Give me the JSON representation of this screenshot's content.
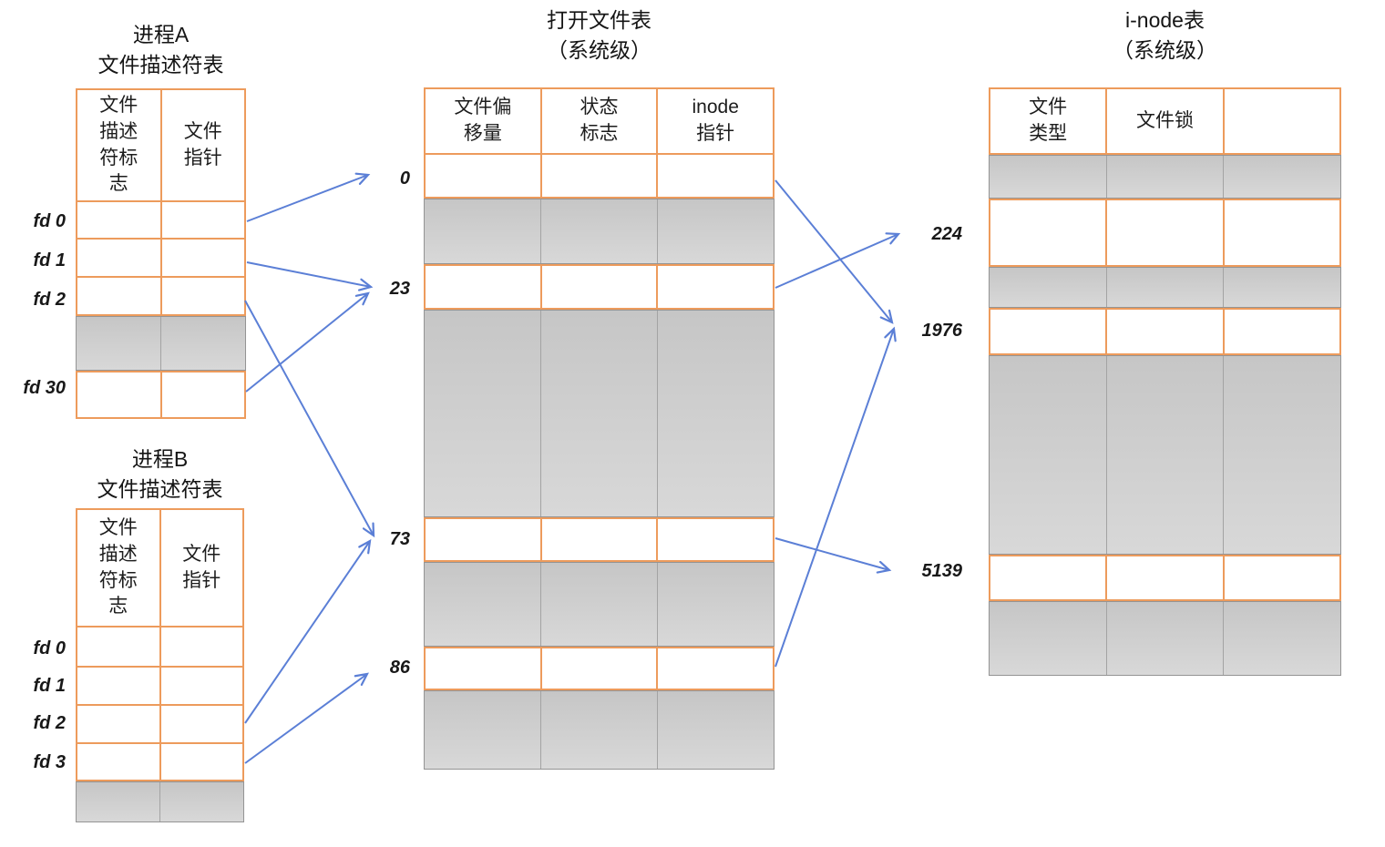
{
  "process_a": {
    "title1": "进程A",
    "title2": "文件描述符表",
    "header_col1": "文件\n描述\n符标\n志",
    "header_col2": "文件\n指针",
    "labels": {
      "fd0": "fd 0",
      "fd1": "fd 1",
      "fd2": "fd 2",
      "fd30": "fd 30"
    }
  },
  "process_b": {
    "title1": "进程B",
    "title2": "文件描述符表",
    "header_col1": "文件\n描述\n符标\n志",
    "header_col2": "文件\n指针",
    "labels": {
      "fd0": "fd 0",
      "fd1": "fd 1",
      "fd2": "fd 2",
      "fd3": "fd 3"
    }
  },
  "open_file_table": {
    "title1": "打开文件表",
    "title2": "（系统级）",
    "header_col1": "文件偏\n移量",
    "header_col2": "状态\n标志",
    "header_col3": "inode\n指针",
    "labels": {
      "r0": "0",
      "r23": "23",
      "r73": "73",
      "r86": "86"
    }
  },
  "inode_table": {
    "title1": "i-node表",
    "title2": "（系统级）",
    "header_col1": "文件\n类型",
    "header_col2": "文件锁",
    "header_col3": "",
    "labels": {
      "r224": "224",
      "r1976": "1976",
      "r5139": "5139"
    }
  },
  "connections": [
    {
      "from": "进程A fd 0",
      "to": "打开文件表 0"
    },
    {
      "from": "进程A fd 1",
      "to": "打开文件表 23"
    },
    {
      "from": "进程A fd 30",
      "to": "打开文件表 23"
    },
    {
      "from": "进程A fd 2",
      "to": "打开文件表 73"
    },
    {
      "from": "进程B fd 2",
      "to": "打开文件表 73"
    },
    {
      "from": "进程B fd 3",
      "to": "打开文件表 86"
    },
    {
      "from": "打开文件表 0",
      "to": "i-node表 1976"
    },
    {
      "from": "打开文件表 23",
      "to": "i-node表 224"
    },
    {
      "from": "打开文件表 73",
      "to": "i-node表 5139"
    },
    {
      "from": "打开文件表 86",
      "to": "i-node表 1976"
    }
  ],
  "colors": {
    "table_border": "#ED9B5C",
    "arrow": "#5B7FD6",
    "gray_fill": "#CDCDCD"
  }
}
